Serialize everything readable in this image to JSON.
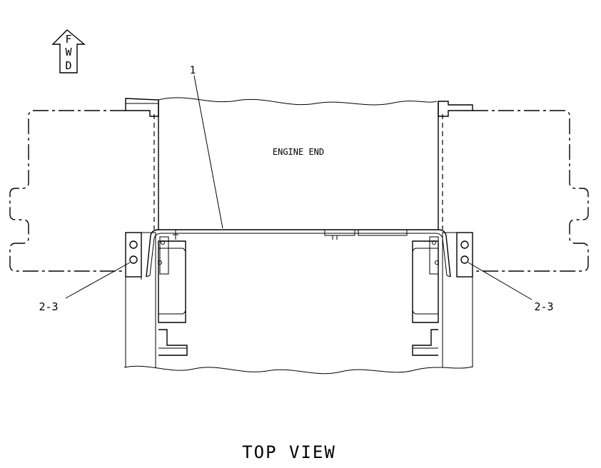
{
  "orientation": {
    "letters": [
      "F",
      "W",
      "D"
    ],
    "icon": "forward-arrow-icon"
  },
  "labels": {
    "engine_end": "ENGINE END",
    "callout_1": "1",
    "callout_left": "2-3",
    "callout_right": "2-3",
    "view_title": "TOP VIEW"
  }
}
